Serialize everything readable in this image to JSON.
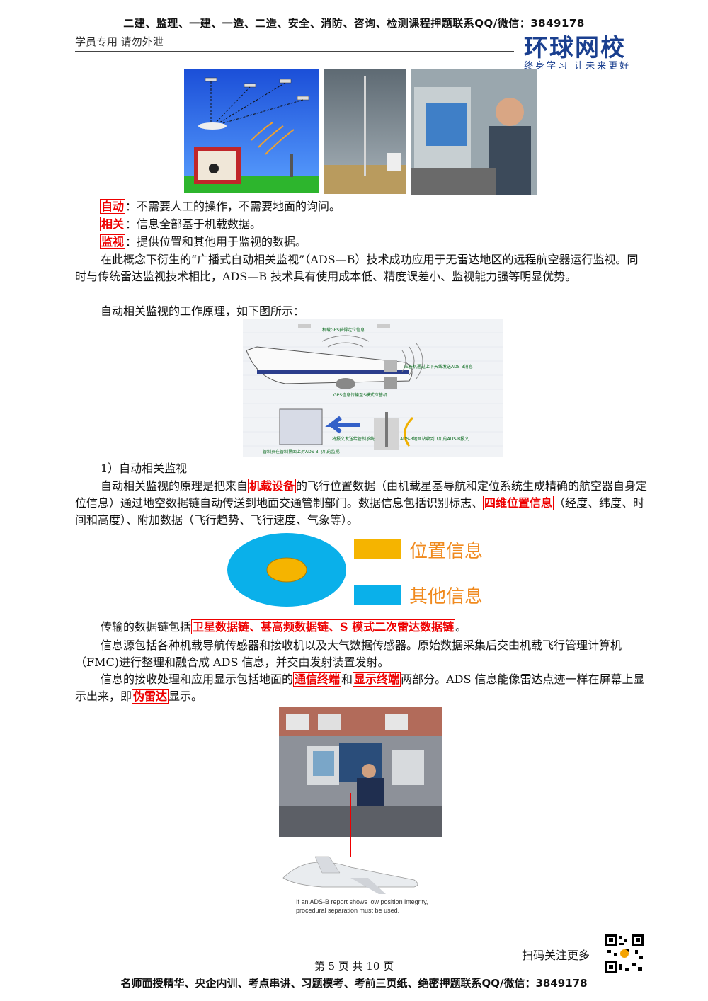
{
  "header": {
    "banner": "二建、监理、一建、一造、二造、安全、消防、咨询、检测课程押题联系QQ/微信：3849178",
    "subtitle": "学员专用 请勿外泄",
    "logo": "环球网校",
    "slogan": "终身学习 让未来更好"
  },
  "definitions": [
    {
      "term": "自动",
      "text": "：不需要人工的操作，不需要地面的询问。"
    },
    {
      "term": "相关",
      "text": "：信息全部基于机载数据。"
    },
    {
      "term": "监视",
      "text": "：提供位置和其他用于监视的数据。"
    }
  ],
  "intro_paragraph": "在此概念下衍生的“广播式自动相关监视”（ADS—B）技术成功应用于无雷达地区的远程航空器运行监视。同时与传统雷达监视技术相比，ADS—B 技术具有使用成本低、精度误差小、监视能力强等明显优势。",
  "principle_intro": "自动相关监视的工作原理，如下图所示：",
  "diagram_labels": {
    "gps": "机载GPS获得定位信息",
    "transponder": "应答机通过上下天线发送ADS-B消息",
    "gps_to_transponder": "GPS信息传输至S模式应答机",
    "ground_receive": "ADS-B地面站收到飞机的ADS-B报文",
    "forward": "将报文发送给管制系统",
    "display": "管制员在管制界面上对ADS-B飞机的监视"
  },
  "section1": {
    "heading": "1）自动相关监视",
    "p1_a": "自动相关监视的原理是把来自",
    "p1_hl1": "机载设备",
    "p1_b": "的飞行位置数据（由机载星基导航和定位系统生成精确的航空器自身定位信息）通过地空数据链自动传送到地面交通管制部门。数据信息包括识别标志、",
    "p1_hl2": "四维位置信息",
    "p1_c": "（经度、纬度、时间和高度）、附加数据（飞行趋势、飞行速度、气象等）。"
  },
  "legend": {
    "position": "位置信息",
    "other": "其他信息",
    "position_color": "#f5b400",
    "other_color": "#0ab0ea"
  },
  "datalink": {
    "a": "传输的数据链包括",
    "hl": "卫星数据链、甚高频数据链、S 模式二次雷达数据链",
    "b": "。"
  },
  "source_paragraph": "信息源包括各种机载导航传感器和接收机以及大气数据传感器。原始数据采集后交由机载飞行管理计算机（FMC)进行整理和融合成 ADS 信息，并交由发射装置发射。",
  "display_paragraph": {
    "a": "信息的接收处理和应用显示包括地面的",
    "hl1": "通信终端",
    "b": "和",
    "hl2": "显示终端",
    "c": "两部分。ADS 信息能像雷达点迹一样在屏幕上显示出来，即",
    "hl3": "伪雷达",
    "d": "显示。"
  },
  "photo_caption": "If an ADS-B report shows low position integrity, procedural separation must be used.",
  "footer": {
    "scan": "扫码关注更多",
    "page": "第 5 页 共 10 页",
    "banner": "名师面授精华、央企内训、考点串讲、习题模考、考前三页纸、绝密押题联系QQ/微信：3849178"
  }
}
